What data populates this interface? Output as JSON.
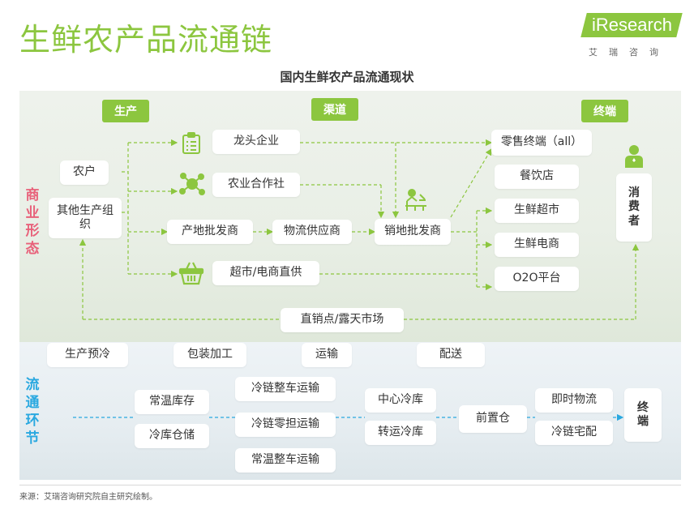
{
  "header": {
    "title": "生鲜农产品流通链",
    "logo_text": "iResearch",
    "logo_sub": "艾瑞咨询"
  },
  "subtitle": "国内生鲜农产品流通现状",
  "section_labels": {
    "commerce": "商业形态",
    "logistics": "流通环节"
  },
  "columns": {
    "production": "生产",
    "channel": "渠道",
    "terminal": "终端"
  },
  "commerce": {
    "farmer": "农户",
    "other_producers": "其他生产组织",
    "leading_enterprise": "龙头企业",
    "cooperative": "农业合作社",
    "origin_wholesaler": "产地批发商",
    "logistics_supplier": "物流供应商",
    "destination_wholesaler": "销地批发商",
    "supermarket_direct": "超市/电商直供",
    "direct_market": "直销点/露天市场",
    "retail_all": "零售终端（all）",
    "restaurant": "餐饮店",
    "fresh_supermarket": "生鲜超市",
    "fresh_ecommerce": "生鲜电商",
    "o2o": "O2O平台",
    "consumer": "消费者"
  },
  "logistics": {
    "precooling": "生产预冷",
    "packaging": "包装加工",
    "transport": "运输",
    "delivery": "配送",
    "ambient_storage": "常温库存",
    "cold_storage": "冷库仓储",
    "cold_ftl": "冷链整车运输",
    "cold_ltl": "冷链零担运输",
    "ambient_ftl": "常温整车运输",
    "central_cold": "中心冷库",
    "transit_cold": "转运冷库",
    "front_warehouse": "前置仓",
    "instant_logistics": "即时物流",
    "cold_home_delivery": "冷链宅配",
    "terminal": "终端"
  },
  "source": "来源：艾瑞咨询研究院自主研究绘制。",
  "colors": {
    "accent": "#8cc63f",
    "commerce_label": "#e8617a",
    "logistics_label": "#29a8e0"
  }
}
